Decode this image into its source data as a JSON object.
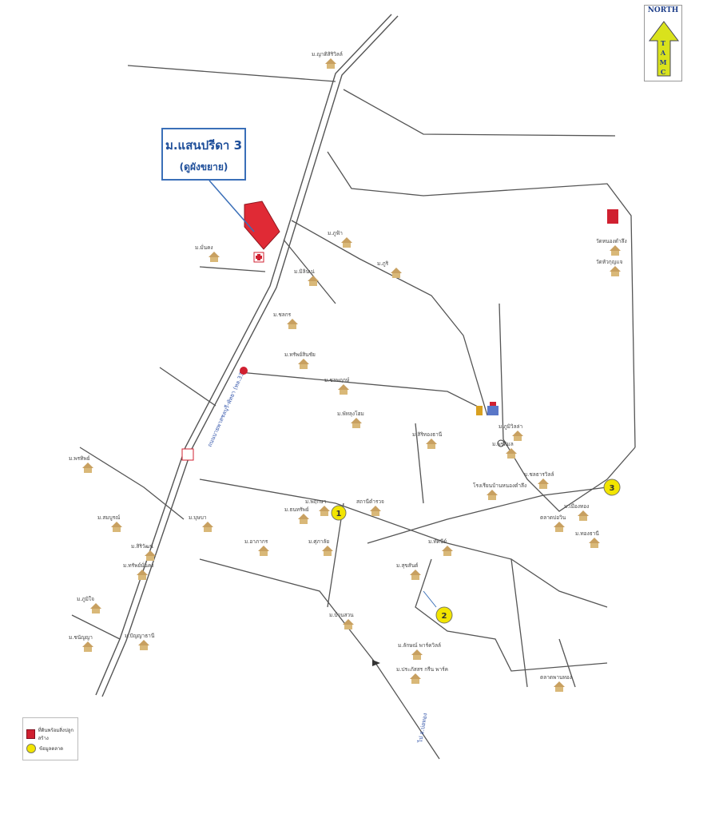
{
  "map": {
    "subject_title": "ม.แสนปรีดา 3",
    "subject_subtitle": "(ดูผังขยาย)",
    "north_label": "NORTH",
    "north_letters": [
      "T",
      "A",
      "M",
      "C"
    ],
    "colors": {
      "subject": "#e02a35",
      "accent": "#3a6fb8",
      "road": "#555555",
      "marker": "#f2e500",
      "house": "#c8a060"
    },
    "legend": {
      "subject_label": "ที่ดินพร้อมสิ่งปลูกสร้าง",
      "marker_label": "ข้อมูลตลาด"
    },
    "markers": [
      "1",
      "2",
      "3"
    ],
    "road_labels": {
      "main_highway": "ถนนบายพาสชลบุรี-พัทยา (ทล.331)",
      "side_road": "ไป อ.บ่อทอง"
    },
    "places": [
      "ม.ญาติสิริวิลล์",
      "ม.ภูฟ้า",
      "ม.มิลินเน่",
      "ม.มั่นคง",
      "ม.ภูริ",
      "ม.ชลกร",
      "ม.ทรัพย์สินชัย",
      "ม.ชลพฤกษ์",
      "ม.พัทลุงโฮม",
      "ม.สิริทองธานี",
      "ม.พรพิมล",
      "ม.ภูมิวิลล่า",
      "ม.ชลธารวิลล์",
      "ม.เมืองทอง",
      "ม.ทองธานี",
      "ม.ทัศนีย์",
      "ม.สุขสันต์",
      "ม.บ้านสวน",
      "ม.พรทิพย์",
      "ม.สมบูรณ์",
      "ม.สิริวัฒน์",
      "ม.ทรัพย์มั่นคง",
      "ม.ภูมิใจ",
      "ม.ปัญญาธานี",
      "ม.ชนัญญา",
      "ม.พฤกษา",
      "ม.ธนทรัพย์",
      "ม.อาภากร",
      "ม.ศุภาลัย",
      "ม.บุษบา",
      "ม.ประภัสสร กรีน พาร์ค",
      "ม.ลักษณ์ พาร์ควิลล์",
      "วัดหนองตำลึง",
      "วัดหัวกุญแจ",
      "โรงเรียนบ้านหนองตำลึง",
      "ตลาดบ่อวิน",
      "ตลาดพานทอง",
      "สถานีตำรวจ"
    ]
  }
}
